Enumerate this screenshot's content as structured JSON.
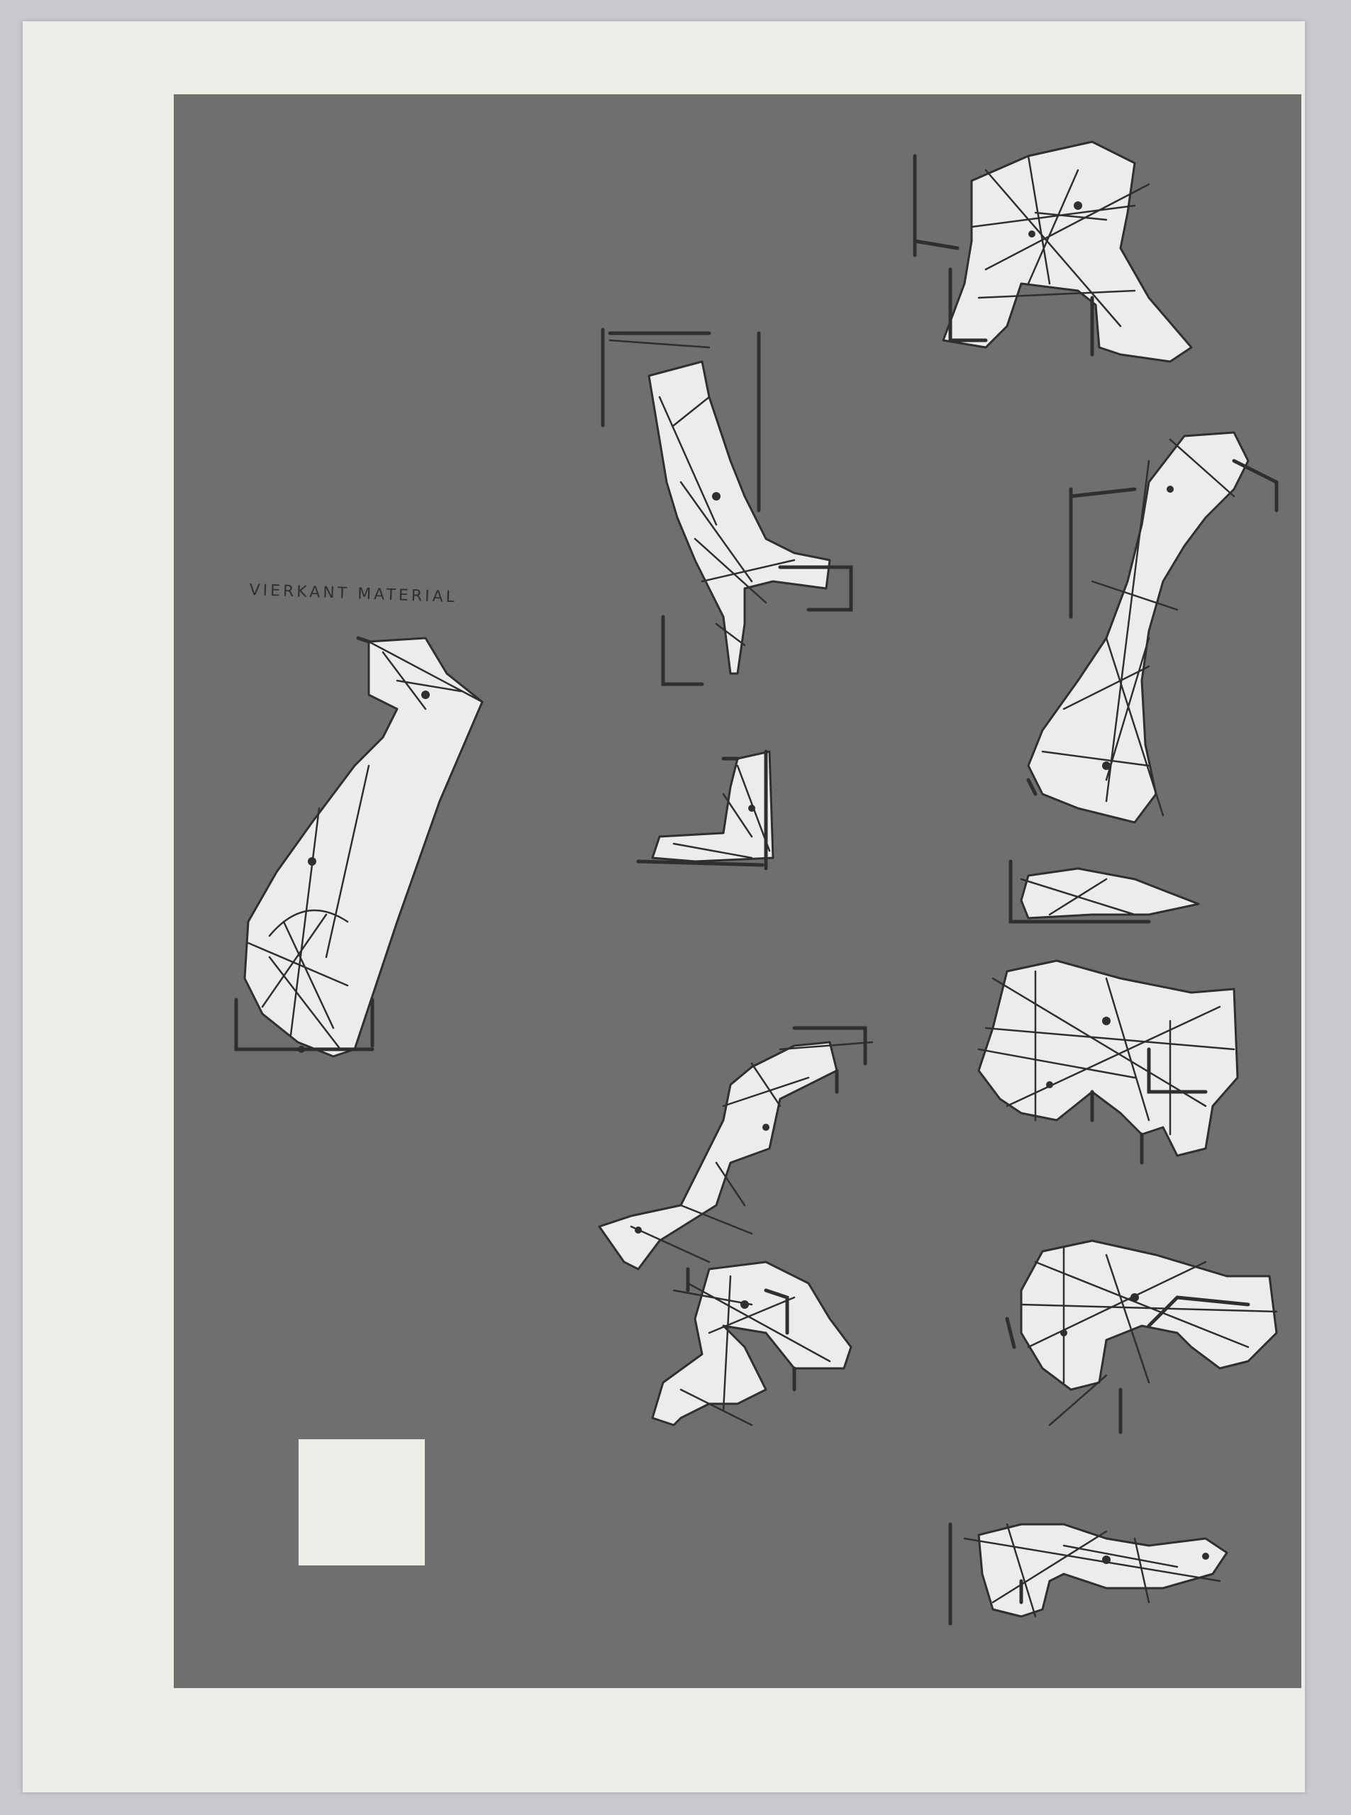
{
  "artwork": {
    "caption": "VIERKANT MATERIAL",
    "colors": {
      "background": "#c8c9ce",
      "paper": "#ecede7",
      "panel": "#6f6f70",
      "shape_fill": "#ecedea",
      "ink": "#2f2f30"
    },
    "shapes": [
      "shape-large-left",
      "shape-top-center",
      "shape-small-l",
      "shape-step-lower-center",
      "shape-u-lower-center",
      "shape-top-right",
      "shape-tall-right",
      "shape-small-wedge-right",
      "shape-block-right",
      "shape-u-right",
      "shape-bottom-right"
    ]
  }
}
